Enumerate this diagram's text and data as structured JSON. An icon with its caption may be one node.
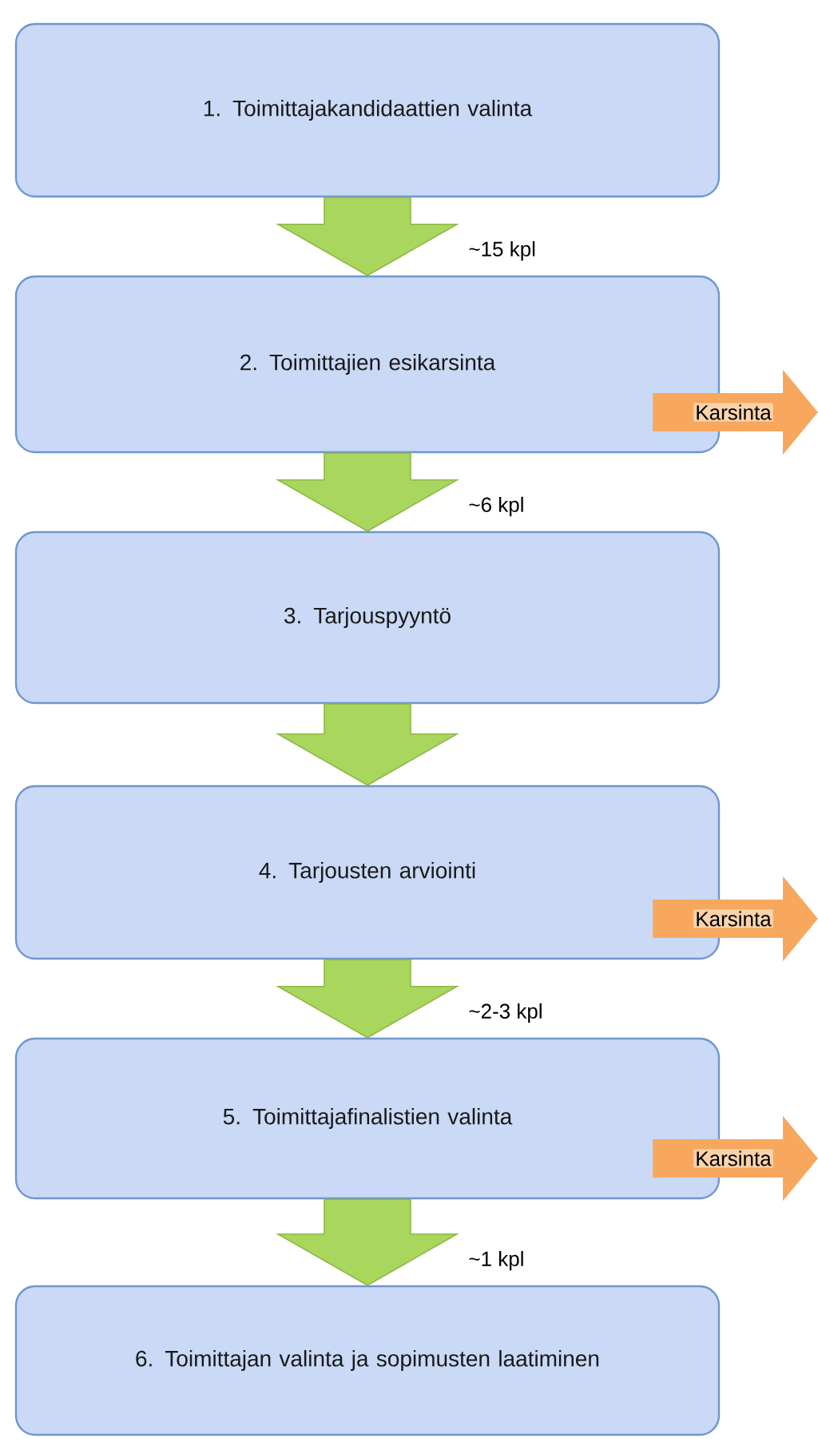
{
  "diagram": {
    "nodes": [
      {
        "text": [
          "1. Toimittajakandidaattien valinta"
        ]
      },
      {
        "text": [
          "2. Toimittajien esikarsinta"
        ]
      },
      {
        "text": [
          "3. Tarjouspyyntö"
        ]
      },
      {
        "text": [
          "4. Tarjousten arviointi"
        ]
      },
      {
        "text": [
          "5. Toimittajafinalistien valinta"
        ]
      },
      {
        "text": [
          "6. Toimittajan valinta ja sopimusten laatiminen"
        ]
      }
    ],
    "edges": [
      {
        "from": 0,
        "to": 1,
        "arrow": "to",
        "label": "~15 kpl"
      },
      {
        "from": 1,
        "to": null,
        "arrow": "to",
        "label": "Karsinta",
        "color": "#f7a85e"
      },
      {
        "from": 1,
        "to": 2,
        "arrow": "to",
        "label": "~6 kpl"
      },
      {
        "from": 2,
        "to": 3,
        "arrow": "to"
      },
      {
        "from": 3,
        "to": null,
        "arrow": "to",
        "label": "Karsinta",
        "color": "#f7a85e"
      },
      {
        "from": 3,
        "to": 4,
        "arrow": "to",
        "label": "~2-3 kpl"
      },
      {
        "from": 4,
        "to": null,
        "arrow": "to",
        "label": "Karsinta",
        "color": "#f7a85e"
      },
      {
        "from": 4,
        "to": 5,
        "arrow": "to",
        "label": "~1 kpl"
      }
    ]
  }
}
